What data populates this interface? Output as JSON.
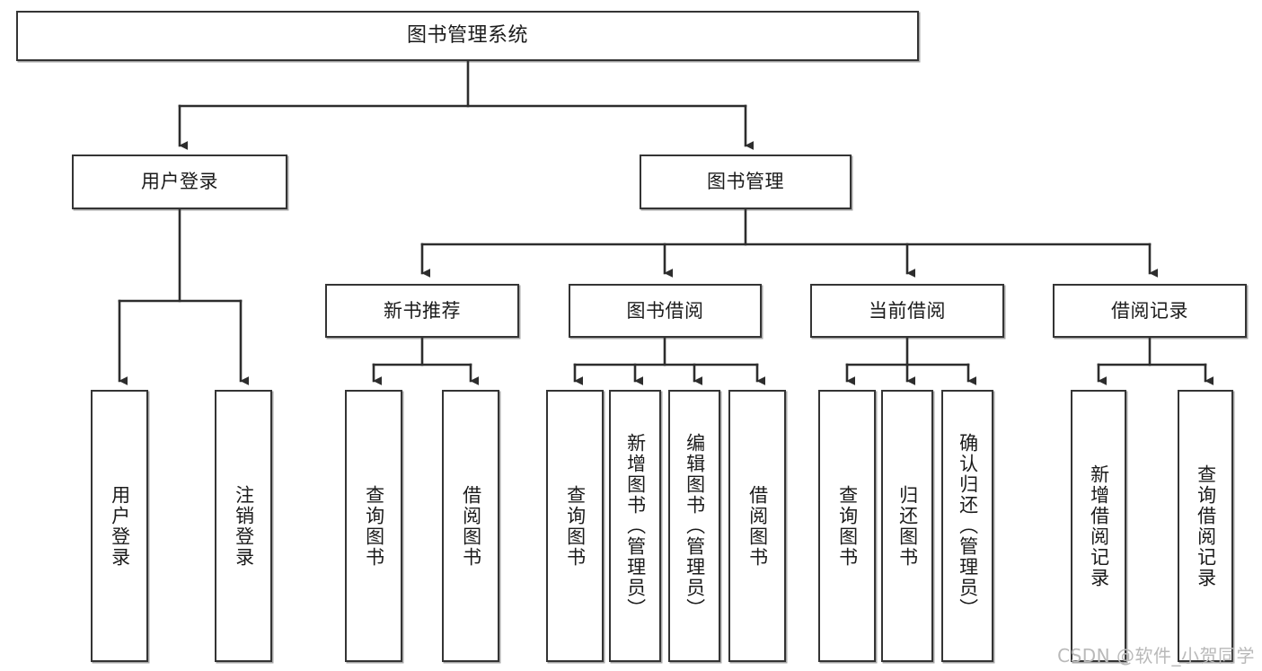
{
  "diagram": {
    "title": "图书管理系统",
    "type": "tree-hierarchy",
    "watermark": "CSDN @软件_小贺同学",
    "colors": {
      "border": "#343434",
      "fill": "#ffffff",
      "text": "#1b1b1b",
      "connector": "#2d2d2d",
      "watermark": "#b9b9b9"
    }
  },
  "nodes": {
    "root": {
      "label": "图书管理系统"
    },
    "level2": [
      {
        "id": "user-login",
        "label": "用户登录"
      },
      {
        "id": "book-management",
        "label": "图书管理"
      }
    ],
    "level3": [
      {
        "id": "new-book-recommend",
        "label": "新书推荐"
      },
      {
        "id": "book-borrow",
        "label": "图书借阅"
      },
      {
        "id": "current-borrow",
        "label": "当前借阅"
      },
      {
        "id": "borrow-record",
        "label": "借阅记录"
      }
    ],
    "leaves": {
      "user_login": [
        {
          "id": "leaf-user-login",
          "label": "用户登录"
        },
        {
          "id": "leaf-logout-login",
          "label": "注销登录"
        }
      ],
      "new_book_recommend": [
        {
          "id": "leaf-query-book-1",
          "label": "查询图书"
        },
        {
          "id": "leaf-borrow-book-1",
          "label": "借阅图书"
        }
      ],
      "book_borrow": [
        {
          "id": "leaf-query-book-2",
          "label": "查询图书"
        },
        {
          "id": "leaf-add-book",
          "label": "新增图书（管理员）"
        },
        {
          "id": "leaf-edit-book",
          "label": "编辑图书（管理员）"
        },
        {
          "id": "leaf-borrow-book-2",
          "label": "借阅图书"
        }
      ],
      "current_borrow": [
        {
          "id": "leaf-query-book-3",
          "label": "查询图书"
        },
        {
          "id": "leaf-return-book",
          "label": "归还图书"
        },
        {
          "id": "leaf-confirm-return",
          "label": "确认归还（管理员）"
        }
      ],
      "borrow_record": [
        {
          "id": "leaf-add-record",
          "label": "新增借阅记录"
        },
        {
          "id": "leaf-query-record",
          "label": "查询借阅记录"
        }
      ]
    }
  }
}
